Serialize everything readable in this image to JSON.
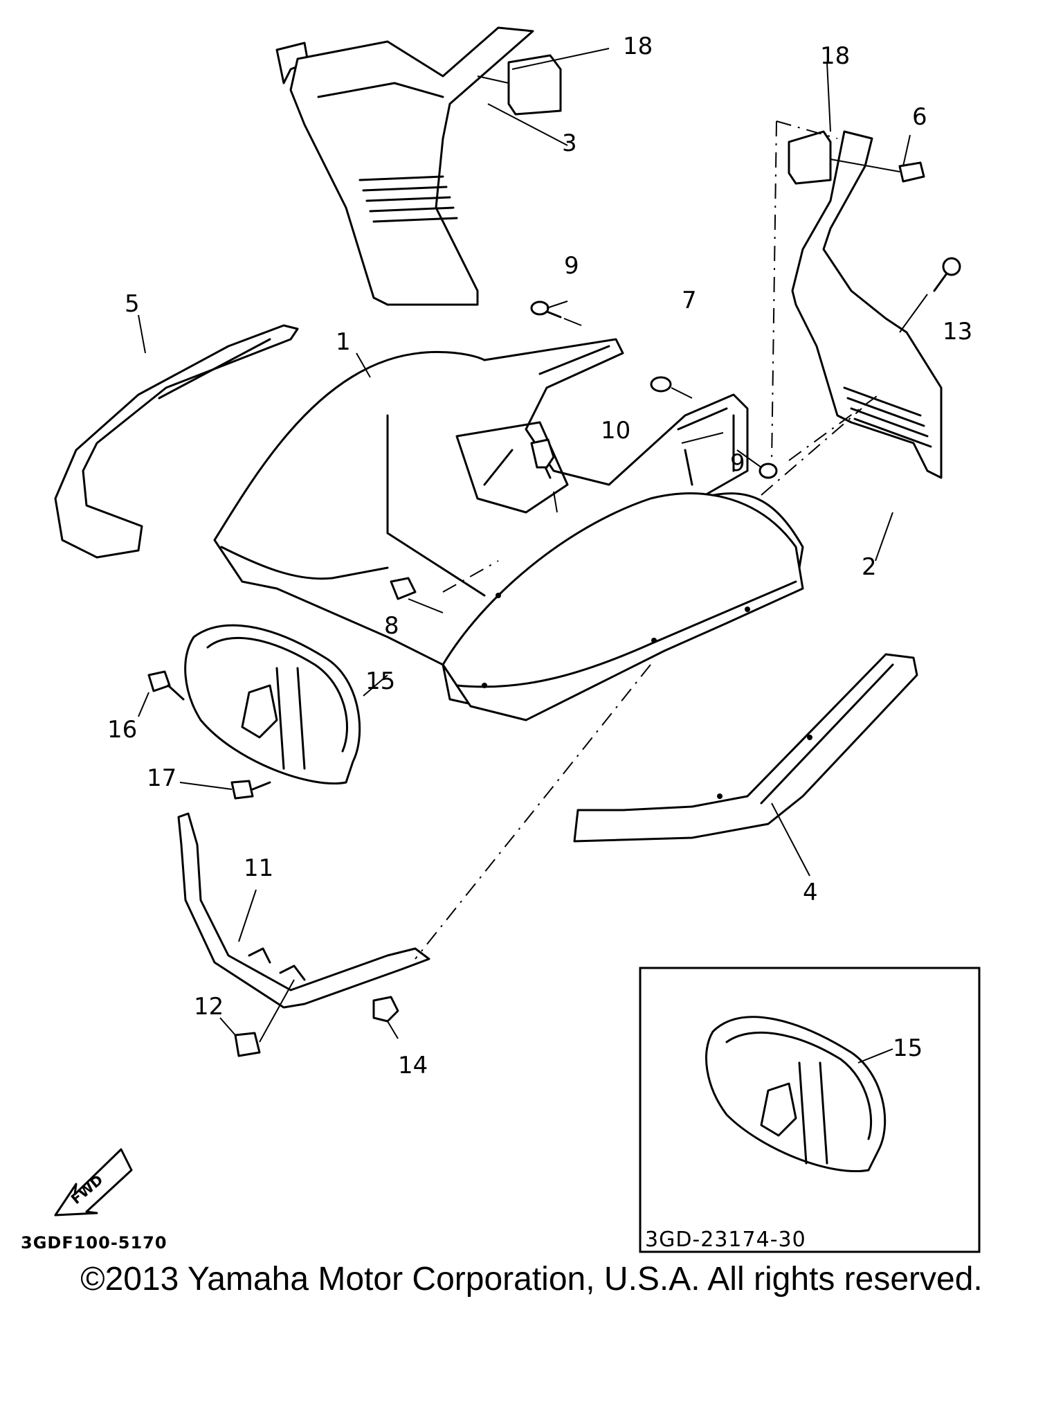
{
  "diagram": {
    "callouts": {
      "p1": "1",
      "p2": "2",
      "p3": "3",
      "p4": "4",
      "p5": "5",
      "p6": "6",
      "p7": "7",
      "p8": "8",
      "p9a": "9",
      "p9b": "9",
      "p10": "10",
      "p11": "11",
      "p12": "12",
      "p13": "13",
      "p14": "14",
      "p15": "15",
      "p15_inset": "15",
      "p16": "16",
      "p17": "17",
      "p18a": "18",
      "p18b": "18"
    },
    "fwd_label": "FWD",
    "figure_code": "3GDF100-5170",
    "inset_code": "3GD-23174-30"
  },
  "footer": {
    "copyright": "©2013 Yamaha Motor Corporation, U.S.A. All rights reserved."
  }
}
